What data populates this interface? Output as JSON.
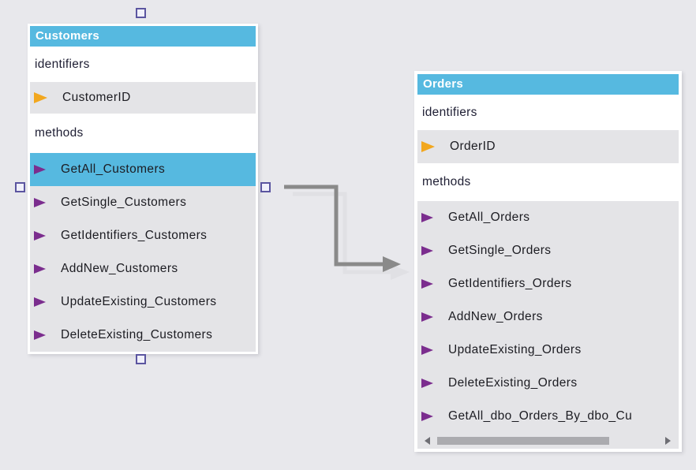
{
  "colors": {
    "canvas_background": "#e8e8ec",
    "entity_header_bg": "#56b9e0",
    "selected_row_bg": "#56b9e0",
    "row_bg": "#e4e4e7",
    "identifier_icon": "#f2a71e",
    "method_icon": "#7b2d8e",
    "connector": "#8a8a8a",
    "connector_shadow": "#e0e0e4",
    "handle_border": "#5b55a0"
  },
  "entities": {
    "customers": {
      "title": "Customers",
      "identifiers_label": "identifiers",
      "methods_label": "methods",
      "identifiers": [
        {
          "name": "CustomerID"
        }
      ],
      "methods": [
        {
          "name": "GetAll_Customers",
          "selected": true
        },
        {
          "name": "GetSingle_Customers",
          "selected": false
        },
        {
          "name": "GetIdentifiers_Customers",
          "selected": false
        },
        {
          "name": "AddNew_Customers",
          "selected": false
        },
        {
          "name": "UpdateExisting_Customers",
          "selected": false
        },
        {
          "name": "DeleteExisting_Customers",
          "selected": false
        }
      ],
      "selected": true
    },
    "orders": {
      "title": "Orders",
      "identifiers_label": "identifiers",
      "methods_label": "methods",
      "identifiers": [
        {
          "name": "OrderID"
        }
      ],
      "methods": [
        {
          "name": "GetAll_Orders",
          "selected": false
        },
        {
          "name": "GetSingle_Orders",
          "selected": false
        },
        {
          "name": "GetIdentifiers_Orders",
          "selected": false
        },
        {
          "name": "AddNew_Orders",
          "selected": false
        },
        {
          "name": "UpdateExisting_Orders",
          "selected": false
        },
        {
          "name": "DeleteExisting_Orders",
          "selected": false
        },
        {
          "name": "GetAll_dbo_Orders_By_dbo_Cu",
          "selected": false
        }
      ],
      "has_horizontal_scrollbar": true,
      "selected": false
    }
  },
  "connector": {
    "from": "Customers",
    "to": "Orders"
  }
}
